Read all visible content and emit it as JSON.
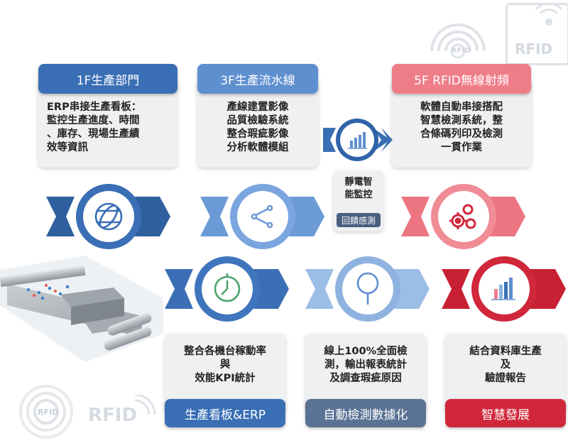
{
  "watermarks": {
    "rfid_card_text": "RFID",
    "rfid_logo_left_text": "RFID",
    "rfid_ring_text": "RFID",
    "rfid_top_ring_text": "RFID"
  },
  "colors": {
    "blue_dark": "#3a6fb5",
    "blue_mid": "#5e8fcf",
    "blue_light": "#8fb3e0",
    "pink": "#ef7d88",
    "red": "#d0283a",
    "steel": "#5a7293",
    "panel": "#eef0f2"
  },
  "top_cards": [
    {
      "header": "1F生產部門",
      "lines": [
        "ERP串接生產看板：",
        "監控生產進度、時間",
        "、庫存、現場生產績",
        "效等資訊"
      ]
    },
    {
      "header": "3F生產流水線",
      "lines": [
        "產線建置影像",
        "品質檢驗系統",
        "整合瑕疵影像",
        "分析軟體模組"
      ]
    },
    {
      "header": "5F RFID無線射頻",
      "lines": [
        "軟體自動串接搭配",
        "智慧檢測系統，整",
        "合條碼列印及檢測",
        "一貫作業"
      ]
    }
  ],
  "middle_card": {
    "lines": [
      "靜電智",
      "能監控"
    ],
    "label": "回饋感測"
  },
  "bottom_cards": [
    {
      "lines": [
        "整合各機台稼動率",
        "與",
        "效能KPI統計"
      ],
      "footer": "生產看板&ERP"
    },
    {
      "lines": [
        "線上100%全面檢",
        "測，輸出報表統計",
        "及調查瑕疵原因"
      ],
      "footer": "自動檢測數據化"
    },
    {
      "lines": [
        "結合資料庫生產",
        "及",
        "驗證報告"
      ],
      "footer": "智慧發展"
    }
  ],
  "icons": {
    "row1": [
      "globe-icon",
      "share-icon",
      "gears-icon"
    ],
    "row2": [
      "clock-icon",
      "magnifier-icon",
      "bar-chart-icon"
    ],
    "mini": "small-bar-chart-icon"
  }
}
